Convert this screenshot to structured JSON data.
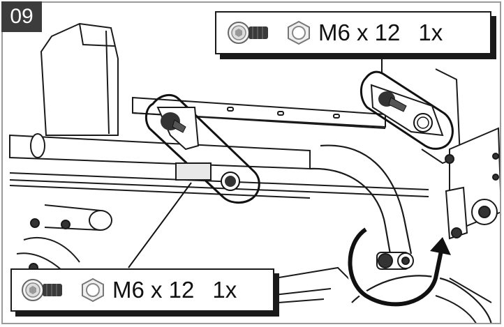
{
  "step": {
    "number": "09"
  },
  "callouts": {
    "top": {
      "spec": "M6 x 12",
      "qty": "1x",
      "bolt_icon": "socket-head-bolt-icon",
      "nut_icon": "hex-nut-icon"
    },
    "bottom": {
      "spec": "M6 x 12",
      "qty": "1x",
      "bolt_icon": "socket-head-bolt-icon",
      "nut_icon": "hex-nut-icon"
    }
  },
  "rotation_indicator": "rotate-arrow-icon"
}
